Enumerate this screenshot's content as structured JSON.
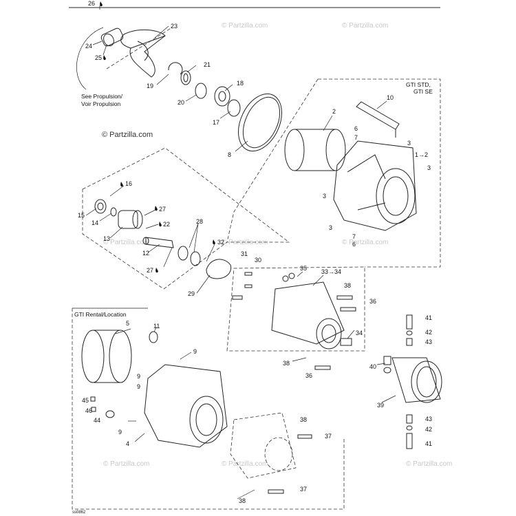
{
  "watermarks": {
    "main": "© Partzilla.com",
    "faint": "© Partzilla.com"
  },
  "notes": {
    "propulsion": [
      "See Propulsion/",
      "Voir Propulsion"
    ],
    "gti_std": [
      "GTI STD,",
      "GTI SE"
    ],
    "gti_rental": "GTI Rental/Location",
    "drawing_id": "ss0862"
  },
  "callouts": {
    "c26": "26",
    "c23": "23",
    "c24": "24",
    "c25": "25",
    "c21": "21",
    "c19": "19",
    "c18": "18",
    "c20": "20",
    "c17": "17",
    "c8": "8",
    "c10": "10",
    "c2": "2",
    "c6a": "6",
    "c7a": "7",
    "c3a": "3",
    "c1to2": "1→2",
    "c3b": "3",
    "c3c": "3",
    "c3d": "3",
    "c7b": "7",
    "c6b": "6",
    "c16": "16",
    "c15": "15",
    "c14": "14",
    "c27a": "27",
    "c22": "22",
    "c13": "13",
    "c28": "28",
    "c32": "32",
    "c12": "12",
    "c27b": "27",
    "c31": "31",
    "c30": "30",
    "c29": "29",
    "c35": "35",
    "c33to34": "33→34",
    "c38a": "38",
    "c36a": "36",
    "c34": "34",
    "c38b": "38",
    "c36b": "36",
    "c41a": "41",
    "c42a": "42",
    "c43a": "43",
    "c40": "40",
    "c39": "39",
    "c43b": "43",
    "c42b": "42",
    "c41b": "41",
    "c5": "5",
    "c11": "11",
    "c9a": "9",
    "c9b": "9",
    "c9c": "9",
    "c45": "45",
    "c46": "46",
    "c44": "44",
    "c9d": "9",
    "c4": "4",
    "c38c": "38",
    "c37a": "37",
    "c38d": "38",
    "c37b": "37"
  }
}
